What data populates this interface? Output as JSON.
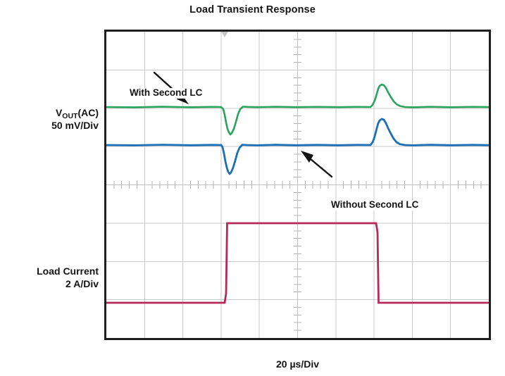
{
  "figure": {
    "title": "Load Transient Response",
    "x_axis_label": "20 µs/Div",
    "y_axis_labels": {
      "vout_line1_prefix": "V",
      "vout_line1_sub": "OUT",
      "vout_line1_suffix": "(AC)",
      "vout_line2": "50 mV/Div",
      "current_line1": "Load Current",
      "current_line2": "2 A/Div"
    },
    "annotations": {
      "with_lc": "With Second LC",
      "without_lc": "Without Second LC"
    }
  },
  "colors": {
    "trace_with_lc": "#2aa35c",
    "trace_without_lc": "#1a6fb5",
    "trace_load_current": "#b52a57",
    "grid_major": "#c9c9c9",
    "grid_minor": "#bdbdbd",
    "frame": "#1f1f1f",
    "background": "#ffffff",
    "text": "#141414"
  },
  "chart_data": {
    "type": "line",
    "title": "Load Transient Response",
    "xlabel": "20 µs/Div",
    "ylabel": "",
    "grid": true,
    "legend": "annotations-inline",
    "axes": {
      "horizontal_divisions": 10,
      "vertical_divisions": 8,
      "time_per_division_us": 20,
      "total_time_span_us": 200,
      "minor_ticks_per_division": 5,
      "center_vertical_axis_division": 5,
      "center_horizontal_axis_division": 4
    },
    "scales": {
      "vout_mv_per_division": 50,
      "load_current_a_per_division": 2
    },
    "series": [
      {
        "name": "With Second LC",
        "signal": "V_OUT (AC)",
        "color": "#2aa35c",
        "units": "mV",
        "baseline_division_y": 2.0,
        "undershoot_peak_mv": -34,
        "overshoot_peak_mv": 31,
        "undershoot_time_us": 64,
        "overshoot_time_us": 142,
        "settling_time_us": 12,
        "points_time_us": [
          0,
          20,
          40,
          60,
          62,
          64,
          66,
          68,
          72,
          78,
          84,
          92,
          100,
          120,
          138,
          140,
          142,
          144,
          147,
          152,
          158,
          166,
          176,
          190,
          200
        ],
        "points_value_mv": [
          0,
          0,
          0,
          0,
          -6,
          -34,
          -30,
          -16,
          -3,
          0,
          0,
          0,
          0,
          0,
          0,
          9,
          31,
          27,
          14,
          3,
          0,
          0,
          0,
          0,
          0
        ]
      },
      {
        "name": "Without Second LC",
        "signal": "V_OUT (AC)",
        "color": "#1a6fb5",
        "units": "mV",
        "baseline_division_y": 1.0,
        "undershoot_peak_mv": -38,
        "overshoot_peak_mv": 31,
        "undershoot_time_us": 64,
        "overshoot_time_us": 142,
        "settling_time_us": 12,
        "points_time_us": [
          0,
          20,
          40,
          60,
          62,
          64,
          66,
          68,
          72,
          78,
          84,
          92,
          100,
          120,
          138,
          140,
          142,
          144,
          147,
          152,
          158,
          166,
          176,
          190,
          200
        ],
        "points_value_mv": [
          0,
          0,
          0,
          0,
          -8,
          -38,
          -32,
          -17,
          -4,
          0,
          0,
          0,
          0,
          0,
          0,
          10,
          31,
          26,
          13,
          3,
          0,
          0,
          0,
          0,
          0
        ]
      },
      {
        "name": "Load Current",
        "signal": "Load Current",
        "color": "#b52a57",
        "units": "A",
        "baseline_division_y": -3.0,
        "low_level_a": 0,
        "high_level_a": 4,
        "rising_edge_time_us": 63,
        "falling_edge_time_us": 140,
        "points_time_us": [
          0,
          62,
          63,
          64,
          139,
          140,
          141,
          200
        ],
        "points_value_a": [
          0,
          0,
          2,
          4,
          4,
          2,
          0,
          0
        ]
      }
    ],
    "annotations": [
      {
        "text": "With Second LC",
        "target_series": "With Second LC",
        "arrow_direction": "down-right"
      },
      {
        "text": "Without Second LC",
        "target_series": "Without Second LC",
        "arrow_direction": "up-left"
      }
    ]
  }
}
